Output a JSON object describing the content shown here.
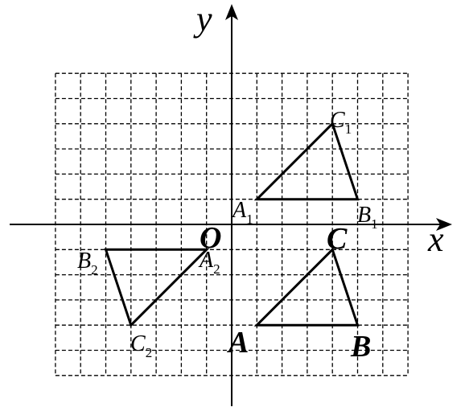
{
  "axes": {
    "x_label": "x",
    "y_label": "y",
    "origin_label": "O"
  },
  "grid": {
    "x_min": -7,
    "x_max": 7,
    "y_min": -6,
    "y_max": 6
  },
  "triangles": [
    {
      "name": "ABC",
      "points": [
        {
          "label": "A",
          "sub": "",
          "x": 1,
          "y": -4
        },
        {
          "label": "B",
          "sub": "",
          "x": 5,
          "y": -4
        },
        {
          "label": "C",
          "sub": "",
          "x": 4,
          "y": -1
        }
      ]
    },
    {
      "name": "A1B1C1",
      "points": [
        {
          "label": "A",
          "sub": "1",
          "x": 1,
          "y": 1
        },
        {
          "label": "B",
          "sub": "1",
          "x": 5,
          "y": 1
        },
        {
          "label": "C",
          "sub": "1",
          "x": 4,
          "y": 4
        }
      ]
    },
    {
      "name": "A2B2C2",
      "points": [
        {
          "label": "A",
          "sub": "2",
          "x": -1,
          "y": -1
        },
        {
          "label": "B",
          "sub": "2",
          "x": -5,
          "y": -1
        },
        {
          "label": "C",
          "sub": "2",
          "x": -4,
          "y": -4
        }
      ]
    }
  ]
}
